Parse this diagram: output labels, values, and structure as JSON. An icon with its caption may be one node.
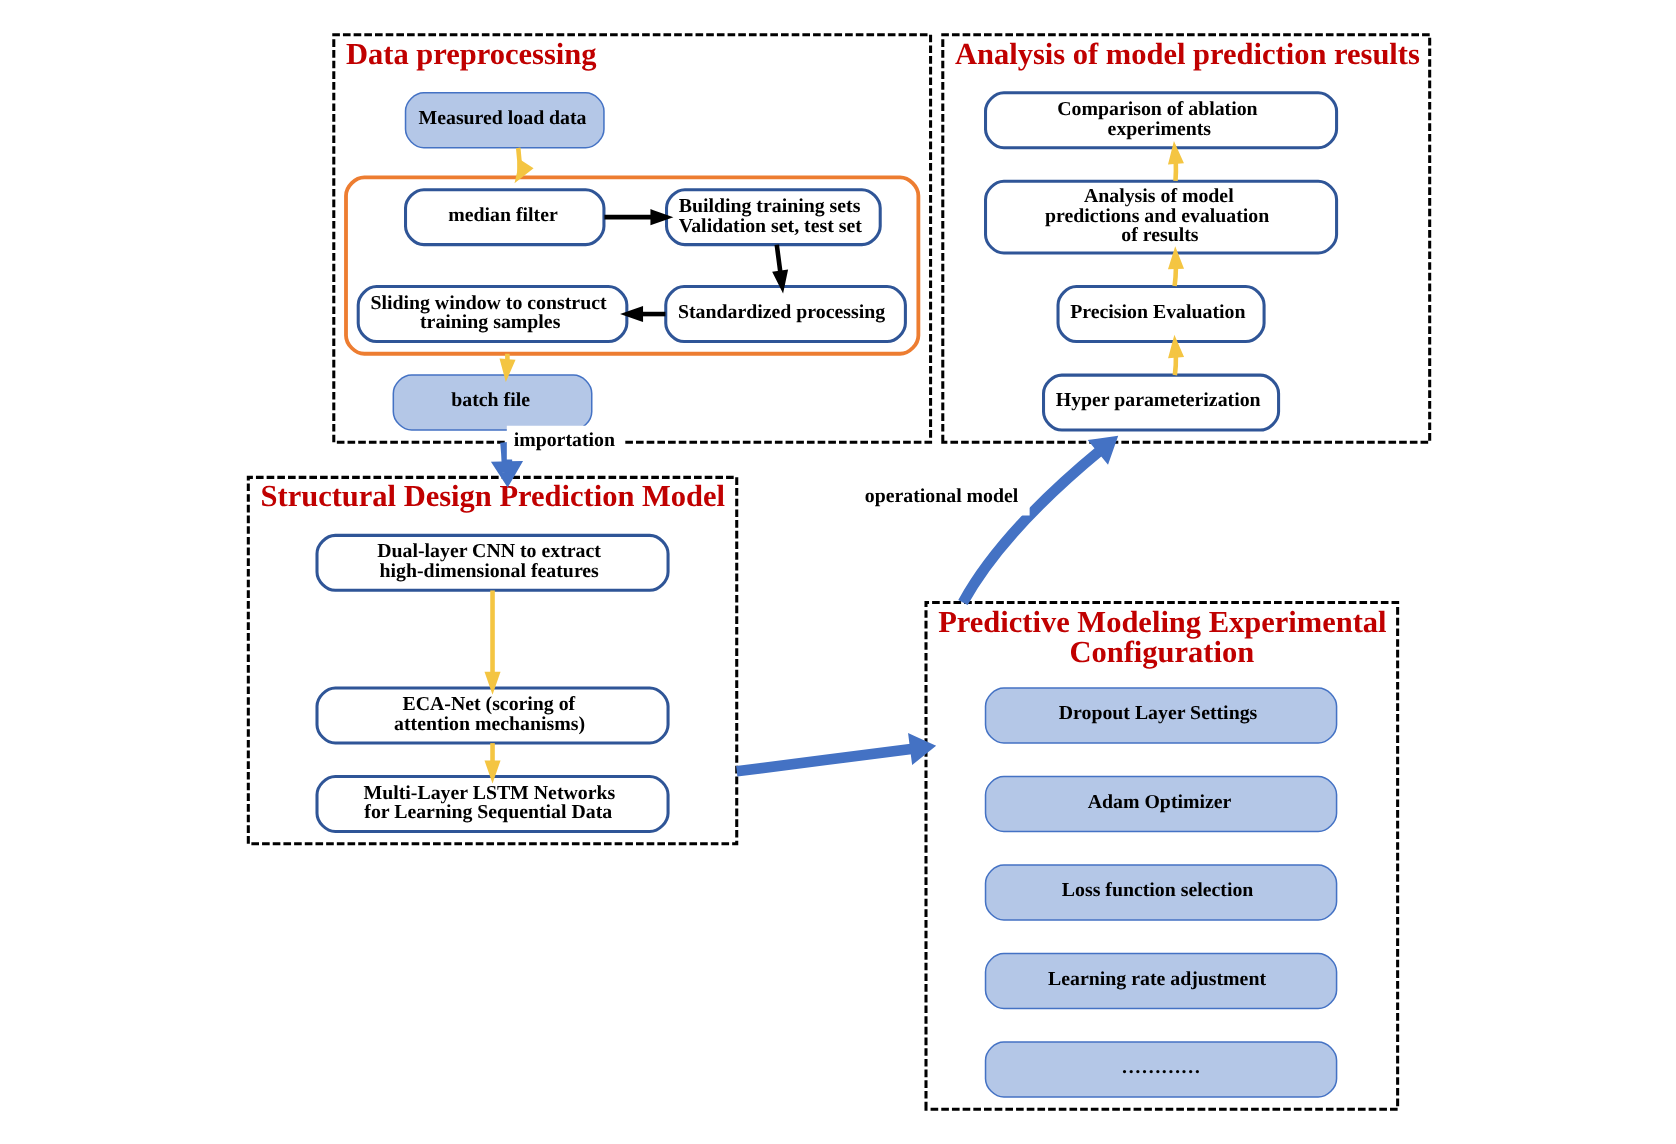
{
  "diagram": {
    "nodes": [
      {
        "text": [
          "Data preprocessing"
        ]
      },
      {
        "text": [
          "Measured load data"
        ],
        "in": 0
      },
      {
        "text": [],
        "shape": "box",
        "in": 0
      },
      {
        "text": [
          "median filter"
        ],
        "in": 2
      },
      {
        "text": [
          "Building training sets Validation set, test set"
        ],
        "in": 2
      },
      {
        "text": [
          "Standardized processing"
        ],
        "in": 2
      },
      {
        "text": [
          "Sliding window to construct training samples"
        ],
        "in": 2
      },
      {
        "text": [
          "batch file"
        ],
        "in": 0
      },
      {
        "text": [
          "Structural Design Prediction Model"
        ]
      },
      {
        "text": [
          "Dual-layer CNN to extract high-dimensional features"
        ],
        "in": 8
      },
      {
        "text": [
          "ECA-Net (scoring of attention mechanisms)"
        ],
        "in": 8
      },
      {
        "text": [
          "Multi-Layer LSTM Networks for Learning Sequential Data"
        ],
        "in": 8
      },
      {
        "text": [
          "Predictive Modeling Experimental Configuration"
        ]
      },
      {
        "text": [
          "Dropout Layer Settings"
        ],
        "in": 12
      },
      {
        "text": [
          "Adam Optimizer"
        ],
        "in": 12
      },
      {
        "text": [
          "Loss function selection"
        ],
        "in": 12
      },
      {
        "text": [
          "Learning rate adjustment"
        ],
        "in": 12
      },
      {
        "text": [
          "…………"
        ],
        "in": 12
      },
      {
        "text": [
          "Analysis of model prediction results"
        ]
      },
      {
        "text": [
          "Hyper parameterization"
        ],
        "in": 18
      },
      {
        "text": [
          "Precision Evaluation"
        ],
        "in": 18
      },
      {
        "text": [
          "Analysis of model predictions and evaluation of results"
        ],
        "in": 18
      },
      {
        "text": [
          "Comparison of ablation experiments"
        ],
        "in": 18
      }
    ],
    "edges": [
      {
        "from": 1,
        "to": 2,
        "arrow": "to"
      },
      {
        "from": 3,
        "to": 4,
        "arrow": "to",
        "color": "#000000"
      },
      {
        "from": 4,
        "to": 5,
        "arrow": "to",
        "color": "#000000"
      },
      {
        "from": 5,
        "to": 6,
        "arrow": "to",
        "color": "#000000"
      },
      {
        "from": 2,
        "to": 7,
        "arrow": "to"
      },
      {
        "from": 0,
        "to": 8,
        "arrow": "to",
        "label": "importation",
        "style": "thick",
        "color": "#4472c4"
      },
      {
        "from": 9,
        "to": 10,
        "arrow": "to"
      },
      {
        "from": 10,
        "to": 11,
        "arrow": "to"
      },
      {
        "from": 8,
        "to": 12,
        "arrow": "to",
        "style": "thick",
        "color": "#4472c4"
      },
      {
        "from": 12,
        "to": 18,
        "arrow": "to",
        "label": "operational model",
        "style": "thick",
        "color": "#4472c4"
      },
      {
        "from": 19,
        "to": 20,
        "arrow": "to"
      },
      {
        "from": 20,
        "to": 21,
        "arrow": "to"
      },
      {
        "from": 21,
        "to": 22,
        "arrow": "to"
      }
    ]
  }
}
